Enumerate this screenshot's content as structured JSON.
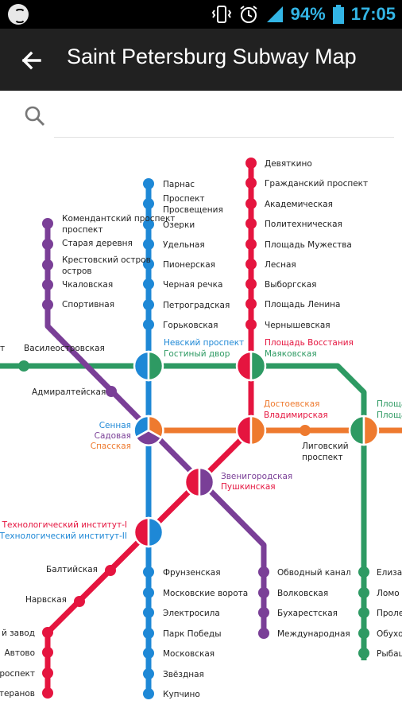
{
  "status_bar": {
    "battery_percent": "94%",
    "time": "17:05",
    "icons": [
      "app-logo-icon",
      "vibrate-icon",
      "alarm-icon",
      "signal-icon",
      "battery-icon"
    ]
  },
  "toolbar": {
    "title": "Saint Petersburg Subway Map",
    "back_icon": "back-arrow-icon"
  },
  "search": {
    "placeholder": "",
    "icon": "search-icon"
  },
  "colors": {
    "red": "#e5153f",
    "blue": "#1e88d6",
    "green": "#2e9a63",
    "orange": "#ee7a2f",
    "purple": "#7a3f97"
  },
  "map": {
    "purple_top": [
      "Комендантский проспект",
      "Старая деревня",
      "Крестовский остров",
      "Чкаловская",
      "Спортивная"
    ],
    "blue_top": [
      "Парнас",
      "Проспект Просвещения",
      "Озерки",
      "Удельная",
      "Пионерская",
      "Черная речка",
      "Петроградская",
      "Горьковская"
    ],
    "red_top": [
      "Девяткино",
      "Гражданский проспект",
      "Академическая",
      "Политехническая",
      "Площадь Мужества",
      "Лесная",
      "Выборгская",
      "Площадь Ленина",
      "Чернышевская"
    ],
    "green_mid": [
      "Василеостровская"
    ],
    "transfer_nevsky": [
      "Невский проспект",
      "Гостиный двор"
    ],
    "transfer_vosstaniya": [
      "Площадь Восстания",
      "Маяковская"
    ],
    "admiralteyskaya": "Адмиралтейская",
    "transfer_sennaya": [
      "Сенная",
      "Садовая",
      "Спасская"
    ],
    "transfer_dostoevskaya": [
      "Достоевская",
      "Владимирская"
    ],
    "ligovsky": [
      "Лиговский",
      "проспект"
    ],
    "transfer_right_top": [
      "Площа",
      "Площа"
    ],
    "transfer_zvenigorodskaya": [
      "Звенигородская",
      "Пушкинская"
    ],
    "transfer_tech": [
      "Технологический институт-I",
      "Технологический институт-II"
    ],
    "red_bottom_left": [
      "Балтийская",
      "Нарвская"
    ],
    "red_bottom_cut": [
      "й завод",
      "Автово",
      "проспект",
      "ветеранов"
    ],
    "blue_bottom": [
      "Фрунзенская",
      "Московские ворота",
      "Электросила",
      "Парк Победы",
      "Московская",
      "Звёздная",
      "Купчино"
    ],
    "purple_bottom": [
      "Обводный канал",
      "Волковская",
      "Бухарестская",
      "Международная"
    ],
    "green_bottom_cut": [
      "Елиза",
      "Ломо",
      "Проле",
      "Обухо",
      "Рыбац"
    ],
    "green_left_cut": "т"
  }
}
